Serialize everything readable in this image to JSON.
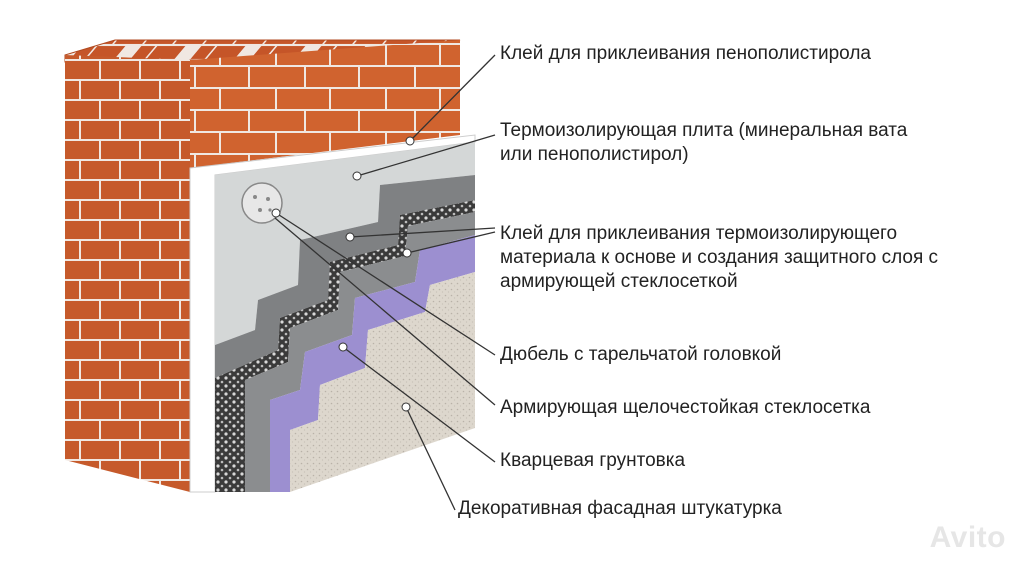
{
  "labels": {
    "glue_eps": "Клей для приклеивания пенополистирола",
    "insulation_board": "Термоизолирующая плита (минеральная вата\nили пенополистирол)",
    "glue_base_mesh": "Клей для приклеивания термоизолирующего\nматериала к основе и создания защитного слоя с\nармирующей стеклосеткой",
    "dowel": "Дюбель с тарельчатой головкой",
    "mesh": "Армирующая щелочестойкая стеклосетка",
    "primer": "Кварцевая грунтовка",
    "plaster": "Декоративная фасадная штукатурка"
  },
  "watermark": "Avito",
  "colors": {
    "brick": "#c65a2b",
    "mortar": "#f0e8e2",
    "board": "#d4d7d7",
    "board_edge": "#ffffff",
    "glue": "#7f8183",
    "mesh": "#2f2f2f",
    "primer": "#9c8fd0",
    "plaster": "#d8d2c8",
    "leader": "#333333"
  }
}
